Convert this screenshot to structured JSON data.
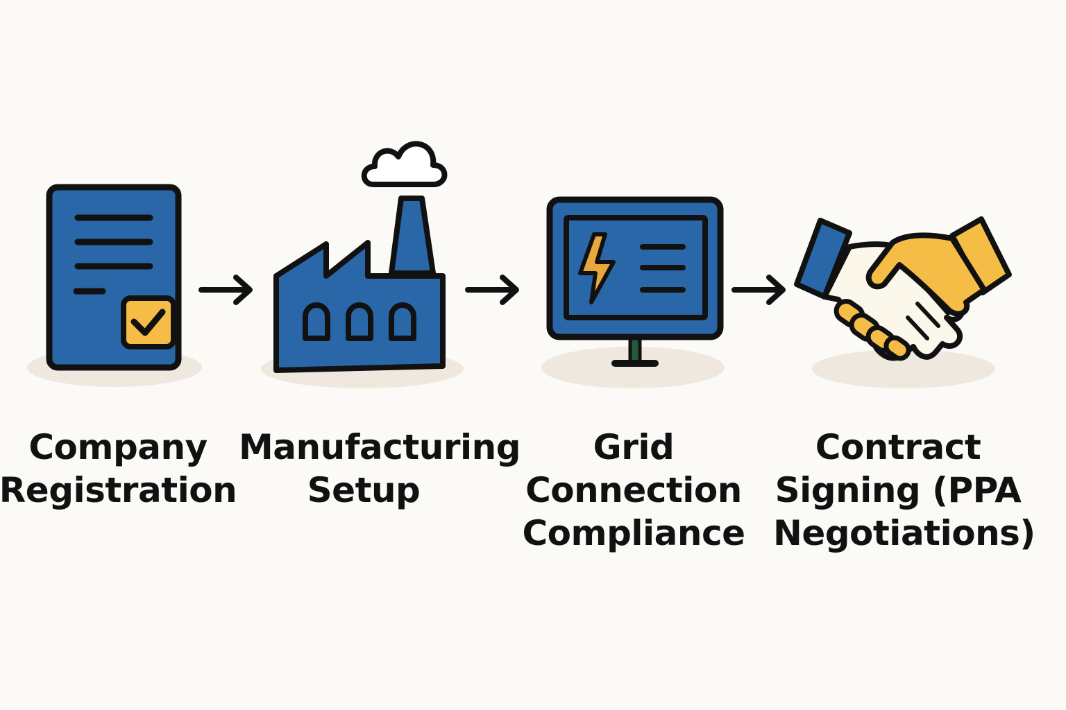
{
  "steps": [
    {
      "id": "company-registration",
      "icon": "document-check-icon",
      "label_lines": [
        "Company",
        "Registration"
      ]
    },
    {
      "id": "manufacturing-setup",
      "icon": "factory-icon",
      "label_lines": [
        "Manufacturing",
        "Setup"
      ]
    },
    {
      "id": "grid-connection-compliance",
      "icon": "monitor-lightning-icon",
      "label_lines": [
        "Grid",
        "Connection",
        "Compliance"
      ]
    },
    {
      "id": "contract-signing",
      "icon": "handshake-icon",
      "label_lines": [
        "Contract",
        "Signing (PPA",
        "Negotiations)"
      ]
    }
  ],
  "colors": {
    "background": "#fbfaf7",
    "blue": "#2a67a8",
    "yellow": "#f5bd45",
    "outline": "#111111",
    "shadow": "#efe8de",
    "palm": "#fbf7ea",
    "cloud": "#ffffff"
  }
}
